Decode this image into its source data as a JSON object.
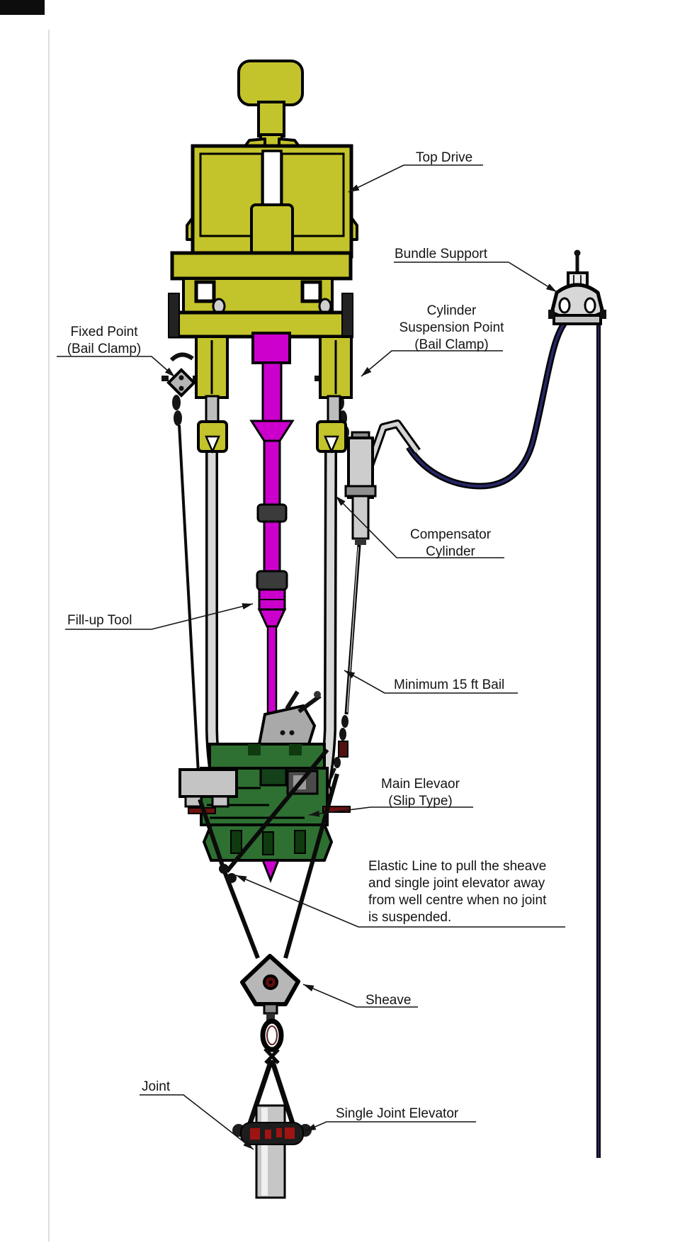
{
  "labels": {
    "top_drive": "Top Drive",
    "bundle_support": "Bundle Support",
    "cylinder_suspension_point": "Cylinder\nSuspension Point\n(Bail Clamp)",
    "fixed_point": "Fixed Point\n(Bail Clamp)",
    "compensator_cylinder": "Compensator\nCylinder",
    "fill_up_tool": "Fill-up Tool",
    "minimum_15ft_bail": "Minimum 15 ft Bail",
    "main_elevator": "Main Elevaor\n(Slip Type)",
    "elastic_line_note": "Elastic Line to pull the sheave\nand single joint elevator away\nfrom well centre when no joint\nis suspended.",
    "sheave": "Sheave",
    "joint": "Joint",
    "single_joint_elevator": "Single Joint Elevator"
  },
  "colors": {
    "top_drive_yellow": "#c3c32b",
    "fill_up_tool_magenta": "#cc00cc",
    "elevator_green": "#2e7031",
    "hose_navy": "#262666",
    "metal_gray": "#c9c9c9",
    "accent_dark_red": "#8c1616"
  }
}
